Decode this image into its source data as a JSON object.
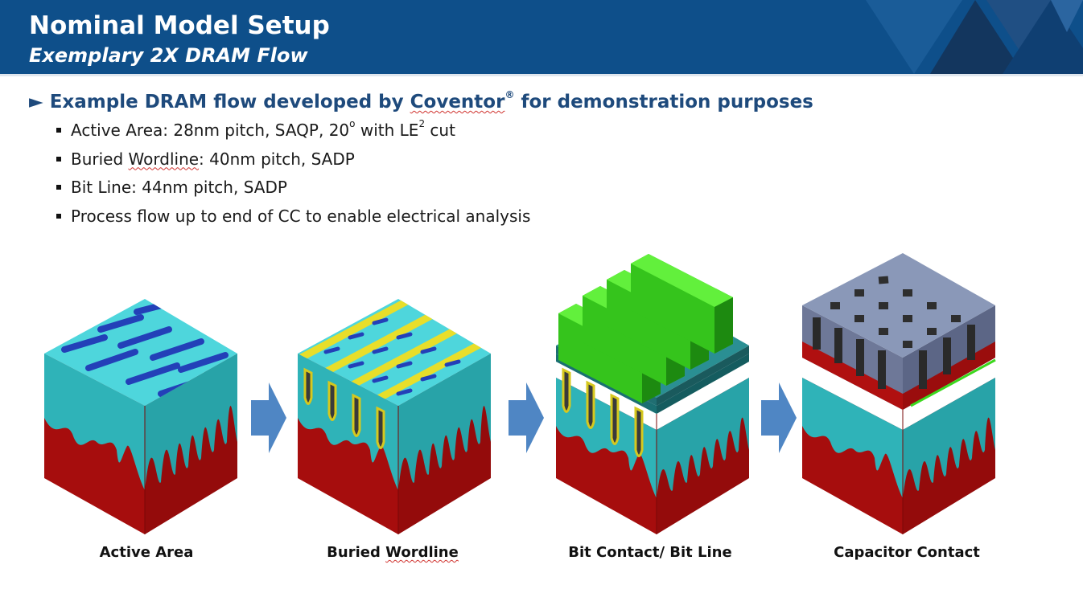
{
  "header": {
    "title": "Nominal Model Setup",
    "subtitle": "Exemplary 2X DRAM Flow"
  },
  "bullets": {
    "marker": "►",
    "main_prefix": "Example DRAM flow developed by ",
    "main_brand": "Coventor",
    "main_brand_mark": "®",
    "main_suffix": " for demonstration purposes",
    "sub_marker": "■",
    "sub": {
      "active_area": {
        "prefix": "Active Area: 28nm pitch, SAQP, 20",
        "sup1": "o",
        "mid": " with LE",
        "sup2": "2",
        "suffix": " cut"
      },
      "buried_wordline": {
        "prefix": "Buried ",
        "spell": "Wordline",
        "suffix": ": 40nm pitch, SADP"
      },
      "bit_line": {
        "text": "Bit Line: 44nm pitch, SADP"
      },
      "process_flow": {
        "text": "Process flow up to end of CC to enable electrical analysis"
      }
    }
  },
  "stages": [
    {
      "caption": "Active Area",
      "icon": "active-area-cube"
    },
    {
      "caption_prefix": "Buried ",
      "caption_spell": "Wordline",
      "icon": "buried-wordline-cube"
    },
    {
      "caption": "Bit Contact/ Bit Line",
      "icon": "bit-line-cube"
    },
    {
      "caption": "Capacitor Contact",
      "icon": "capacitor-contact-cube"
    }
  ],
  "colors": {
    "header_bg": "#0e4f8a",
    "bullet_blue": "#1e4a7c",
    "substrate_red": "#a60d0d",
    "active_cyan": "#38c9d0",
    "arrow_blue": "#4f86c4",
    "line_green": "#3cd81e",
    "cap_slate": "#8a98b8"
  }
}
